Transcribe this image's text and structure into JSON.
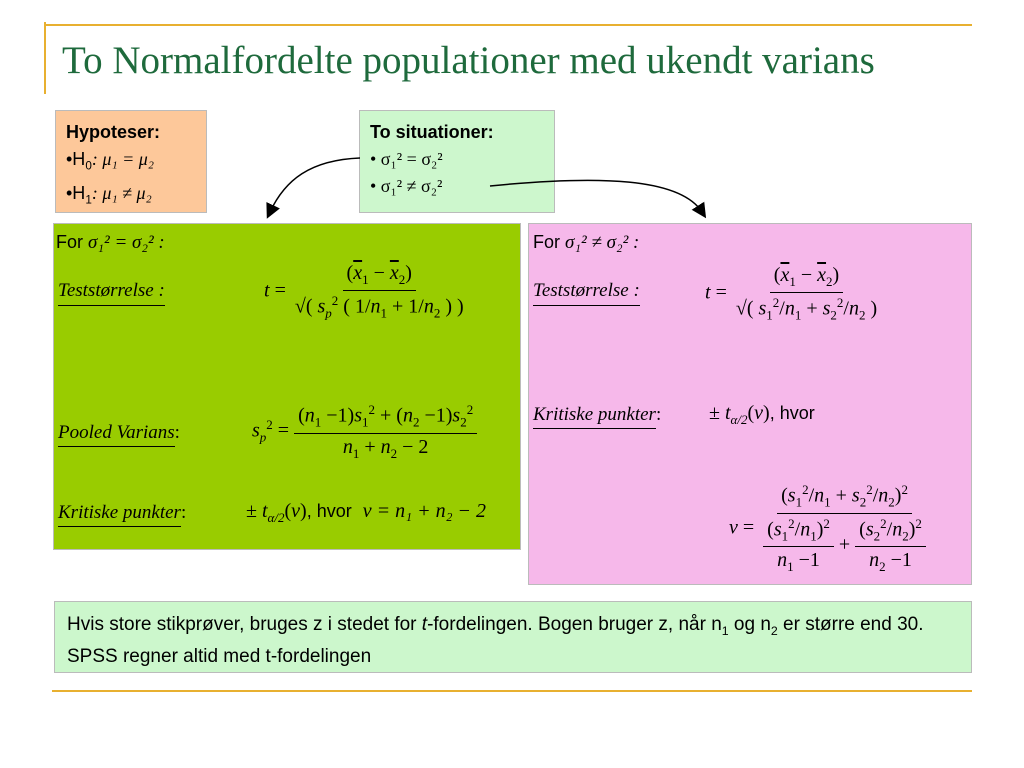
{
  "slide": {
    "title": "To Normalfordelte populationer med ukendt varians"
  },
  "hypotheses": {
    "heading": "Hypoteser:",
    "h0_prefix": "•H",
    "h0_sub": "0",
    "h0_expr": ": μ₁ = μ₂",
    "h1_prefix": "•H",
    "h1_sub": "1",
    "h1_expr": ": μ₁ ≠ μ₂"
  },
  "situations": {
    "heading": "To situationer:",
    "item1": "• σ₁² = σ₂²",
    "item2": "• σ₁² ≠ σ₂²"
  },
  "equal_variance": {
    "for_label": "For",
    "condition": "σ₁² = σ₂² :",
    "teststat_label": "Teststørrelse :",
    "pooled_label": "Pooled Varians",
    "critical_label": "Kritiske punkter",
    "colon": ":",
    "hvor": ", hvor",
    "df_formula": "ν = n₁ + n₂ − 2"
  },
  "unequal_variance": {
    "for_label": "For",
    "condition": "σ₁² ≠ σ₂² :",
    "teststat_label": "Teststørrelse :",
    "critical_label": "Kritiske punkter",
    "colon": ":",
    "hvor": ", hvor"
  },
  "note": {
    "text_part1": "Hvis store stikprøver, bruges z i stedet for ",
    "t_italic": "t",
    "text_part2": "-fordelingen. Bogen bruger z, når n",
    "sub1": "1",
    "text_part3": " og n",
    "sub2": "2",
    "text_part4": " er større end 30. SPSS regner altid med t-fordelingen"
  },
  "colors": {
    "title": "#1e6a3c",
    "hypothesis_box": "#fdc89a",
    "situation_box": "#cdf7cd",
    "equal_box": "#99cc00",
    "unequal_box": "#f6b8ea",
    "note_box": "#ccf7cc",
    "rule": "#e8b030"
  }
}
